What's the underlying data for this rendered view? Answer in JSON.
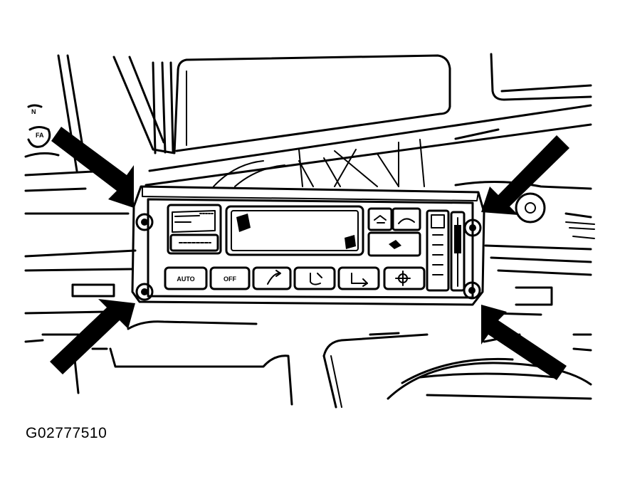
{
  "figure_id": "G02777510",
  "panel_labels": {
    "auto": "AUTO",
    "off": "OFF"
  },
  "colors": {
    "line": "#000000",
    "background": "#ffffff"
  }
}
